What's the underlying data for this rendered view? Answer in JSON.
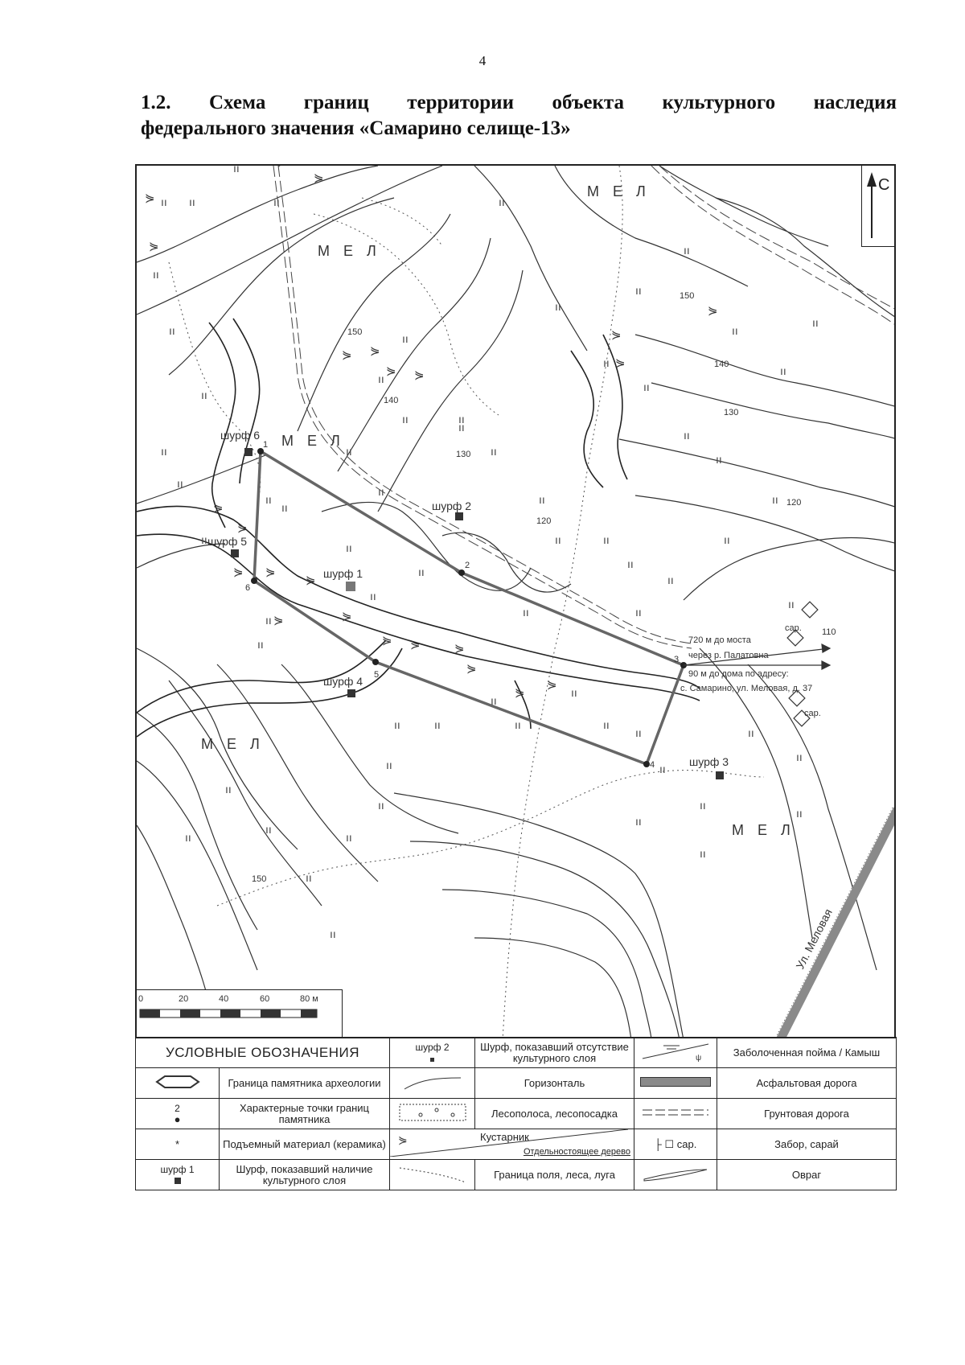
{
  "page_number": "4",
  "title": {
    "line1_words": [
      "1.2.",
      "Схема",
      "границ",
      "территории",
      "объекта",
      "культурного",
      "наследия"
    ],
    "line2": "федерального значения «Самарино селище-13»"
  },
  "map": {
    "north_label": "С",
    "mel_labels": [
      "М Е Л",
      "М Е Л",
      "М Е Л",
      "М Е Л",
      "М Е Л"
    ],
    "contour_labels": [
      "150",
      "140",
      "130",
      "120",
      "150",
      "140",
      "130",
      "120",
      "110",
      "150"
    ],
    "shurf_labels": [
      "шурф 6",
      "шурф 2",
      "шурф 5",
      "шурф 1",
      "шурф 4",
      "шурф 3"
    ],
    "point_labels": [
      "1",
      "2",
      "3",
      "4",
      "5",
      "6"
    ],
    "road_label": "Ул. Меловая",
    "shed_labels": [
      "сар.",
      "сар."
    ],
    "note_bridge": [
      "720 м до моста",
      "через р. Палатовна"
    ],
    "note_house": [
      "90 м до дома по адресу:",
      "с. Самарино, ул. Меловая, д. 37"
    ],
    "scale_ticks": [
      "0",
      "20",
      "40",
      "60",
      "80 м"
    ],
    "colors": {
      "boundary": "#666666",
      "line": "#333333",
      "road": "#8a8a8a"
    }
  },
  "legend": {
    "heading": "УСЛОВНЫЕ ОБОЗНАЧЕНИЯ",
    "shurf2_symbol": "шурф 2",
    "shurf2_desc": "Шурф, показавший отсутствие культурного слоя",
    "swamp_desc": "Заболоченная пойма / Камыш",
    "boundary_desc": "Граница памятника археологии",
    "contour_desc": "Горизонталь",
    "asphalt_desc": "Асфальтовая дорога",
    "points_symbol": "2",
    "points_desc": "Характерные точки границ памятника",
    "forest_desc": "Лесополоса, лесопосадка",
    "dirt_desc": "Грунтовая дорога",
    "material_symbol": "*",
    "material_desc": "Подъемный материал (керамика)",
    "shrub_desc": "Кустарник",
    "tree_desc": "Отдельностоящее дерево",
    "fence_symbol": "сар.",
    "fence_desc": "Забор, сарай",
    "shurf1_symbol": "шурф 1",
    "shurf1_desc": "Шурф, показавший наличие культурного слоя",
    "field_desc": "Граница поля, леса, луга",
    "ravine_desc": "Овраг"
  }
}
